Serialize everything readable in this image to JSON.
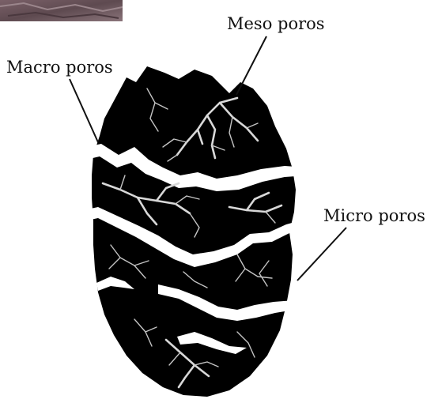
{
  "labels": {
    "meso": "Meso poros",
    "macro": "Macro poros",
    "micro": "Micro poros"
  },
  "colors": {
    "aggregate": "#000000",
    "pores": "#ffffff",
    "fine_pores": "#c8c8c8",
    "photo_corner": "#5e4a50",
    "text": "#111111"
  }
}
